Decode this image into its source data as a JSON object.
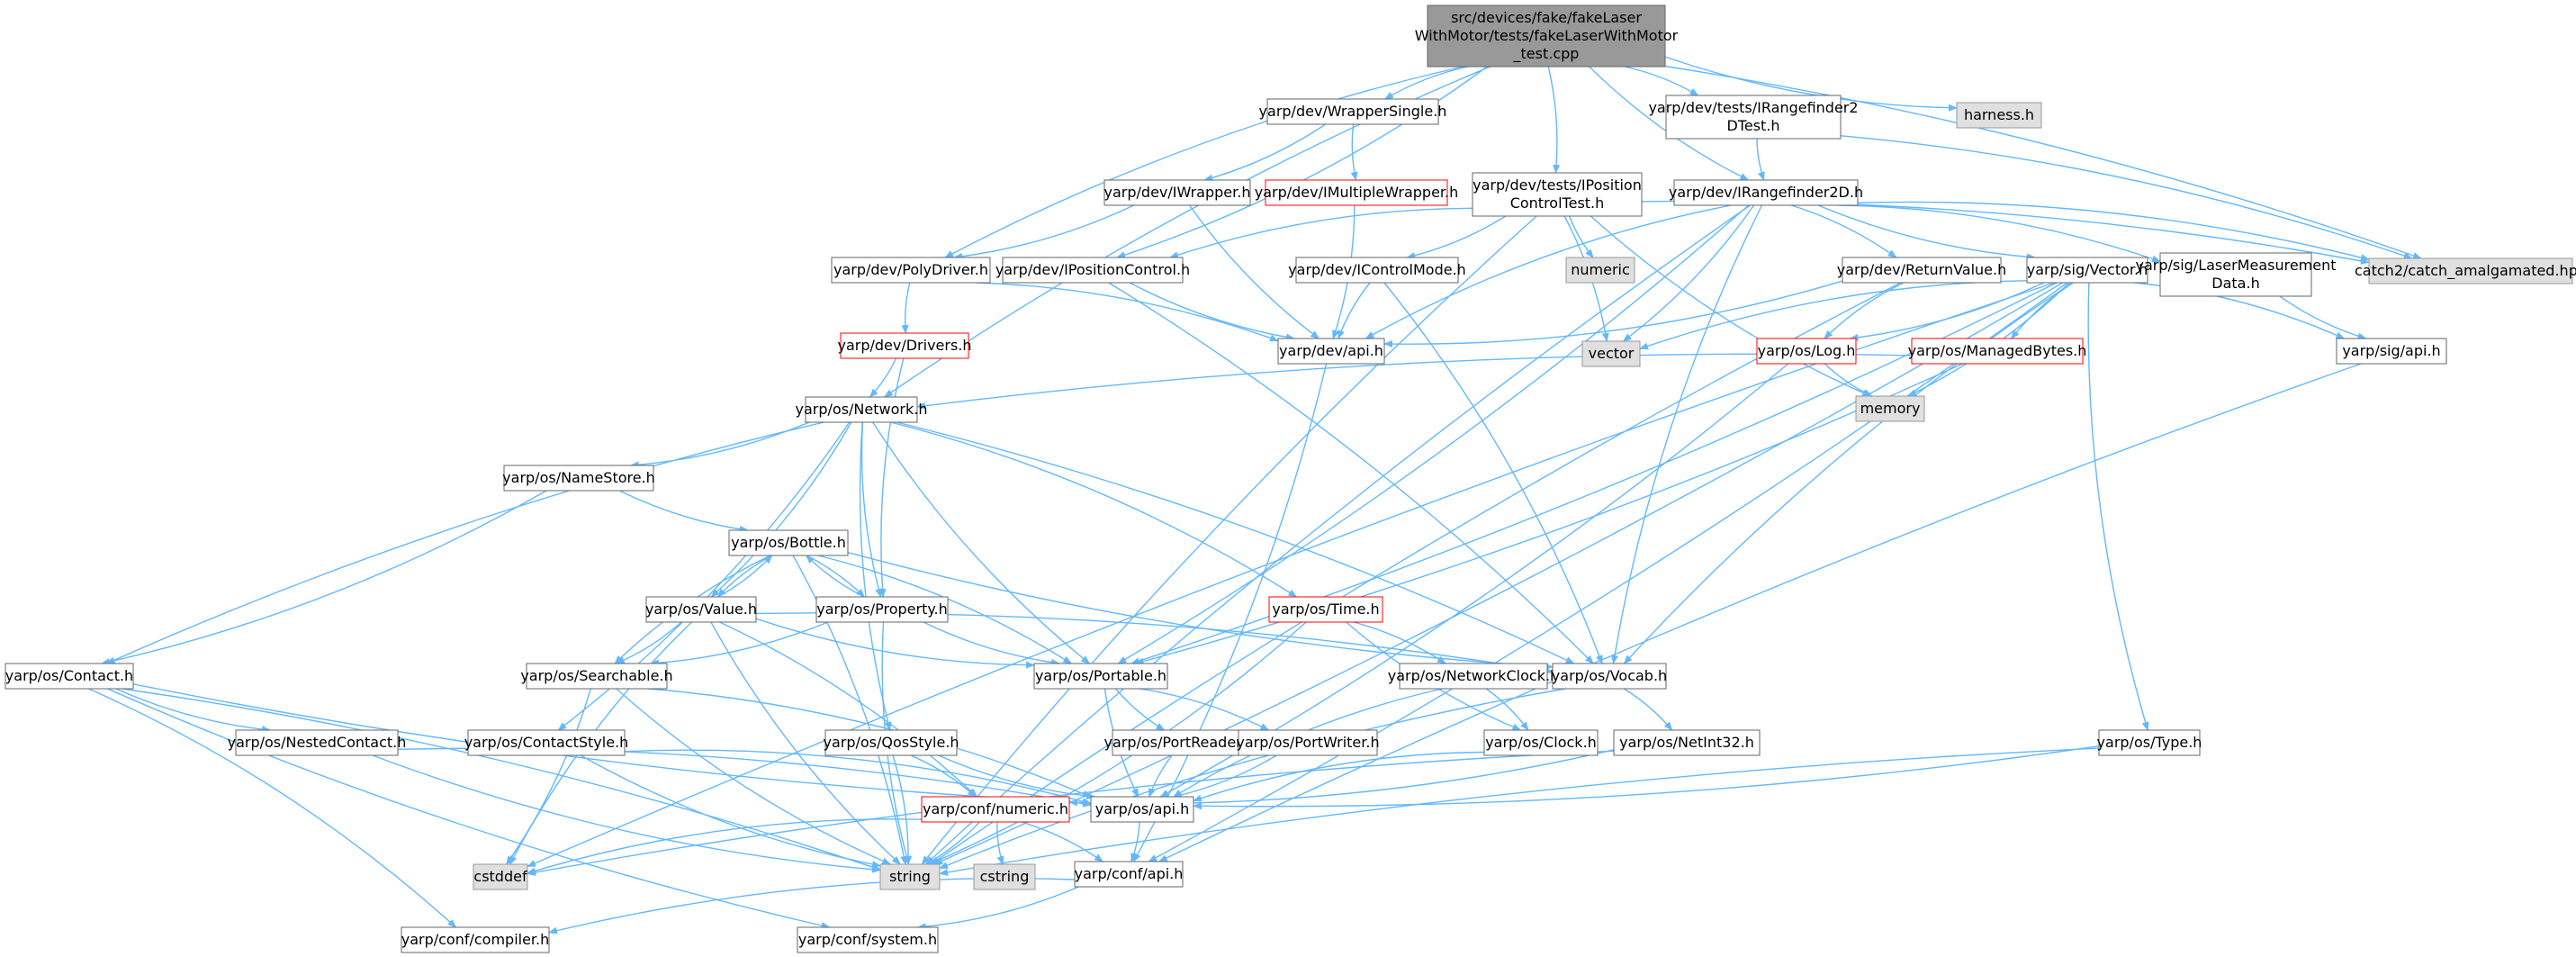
{
  "diagram": {
    "colors": {
      "edge": "#63b8ff",
      "node_fill": "#ffffff",
      "node_border": "#666666",
      "root_fill": "#999999",
      "red_border": "#ff0000",
      "sys_fill": "#e0e0e0",
      "sys_border": "#999999"
    },
    "nodes": [
      {
        "id": "root",
        "kind": "root",
        "lines": [
          "src/devices/fake/fakeLaser",
          "WithMotor/tests/fakeLaserWithMotor",
          "_test.cpp"
        ]
      },
      {
        "id": "wrappersingle",
        "kind": "normal",
        "lines": [
          "yarp/dev/WrapperSingle.h"
        ]
      },
      {
        "id": "irf2dtest",
        "kind": "normal",
        "lines": [
          "yarp/dev/tests/IRangefinder2",
          "DTest.h"
        ]
      },
      {
        "id": "harness",
        "kind": "sys",
        "lines": [
          "harness.h"
        ]
      },
      {
        "id": "iwrapper",
        "kind": "normal",
        "lines": [
          "yarp/dev/IWrapper.h"
        ]
      },
      {
        "id": "imultiwrapper",
        "kind": "red",
        "lines": [
          "yarp/dev/IMultipleWrapper.h"
        ]
      },
      {
        "id": "iposctest",
        "kind": "normal",
        "lines": [
          "yarp/dev/tests/IPosition",
          "ControlTest.h"
        ]
      },
      {
        "id": "irf2d",
        "kind": "normal",
        "lines": [
          "yarp/dev/IRangefinder2D.h"
        ]
      },
      {
        "id": "catch2",
        "kind": "sys",
        "lines": [
          "catch2/catch_amalgamated.hpp"
        ]
      },
      {
        "id": "polydriver",
        "kind": "normal",
        "lines": [
          "yarp/dev/PolyDriver.h"
        ]
      },
      {
        "id": "iposctrl",
        "kind": "normal",
        "lines": [
          "yarp/dev/IPositionControl.h"
        ]
      },
      {
        "id": "icontrolmode",
        "kind": "normal",
        "lines": [
          "yarp/dev/IControlMode.h"
        ]
      },
      {
        "id": "numeric_sys",
        "kind": "sys",
        "lines": [
          "numeric"
        ]
      },
      {
        "id": "returnvalue",
        "kind": "normal",
        "lines": [
          "yarp/dev/ReturnValue.h"
        ]
      },
      {
        "id": "sigvector",
        "kind": "normal",
        "lines": [
          "yarp/sig/Vector.h"
        ]
      },
      {
        "id": "lasermeas",
        "kind": "normal",
        "lines": [
          "yarp/sig/LaserMeasurement",
          "Data.h"
        ]
      },
      {
        "id": "drivers",
        "kind": "red",
        "lines": [
          "yarp/dev/Drivers.h"
        ]
      },
      {
        "id": "devapi",
        "kind": "normal",
        "lines": [
          "yarp/dev/api.h"
        ]
      },
      {
        "id": "vector_sys",
        "kind": "sys",
        "lines": [
          "vector"
        ]
      },
      {
        "id": "oslog",
        "kind": "red",
        "lines": [
          "yarp/os/Log.h"
        ]
      },
      {
        "id": "managedbytes",
        "kind": "red",
        "lines": [
          "yarp/os/ManagedBytes.h"
        ]
      },
      {
        "id": "sigapi",
        "kind": "normal",
        "lines": [
          "yarp/sig/api.h"
        ]
      },
      {
        "id": "memory_sys",
        "kind": "sys",
        "lines": [
          "memory"
        ]
      },
      {
        "id": "network",
        "kind": "normal",
        "lines": [
          "yarp/os/Network.h"
        ]
      },
      {
        "id": "namestore",
        "kind": "normal",
        "lines": [
          "yarp/os/NameStore.h"
        ]
      },
      {
        "id": "bottle",
        "kind": "normal",
        "lines": [
          "yarp/os/Bottle.h"
        ]
      },
      {
        "id": "value",
        "kind": "normal",
        "lines": [
          "yarp/os/Value.h"
        ]
      },
      {
        "id": "property",
        "kind": "normal",
        "lines": [
          "yarp/os/Property.h"
        ]
      },
      {
        "id": "ostime",
        "kind": "red",
        "lines": [
          "yarp/os/Time.h"
        ]
      },
      {
        "id": "contact",
        "kind": "normal",
        "lines": [
          "yarp/os/Contact.h"
        ]
      },
      {
        "id": "searchable",
        "kind": "normal",
        "lines": [
          "yarp/os/Searchable.h"
        ]
      },
      {
        "id": "portable",
        "kind": "normal",
        "lines": [
          "yarp/os/Portable.h"
        ]
      },
      {
        "id": "networkclock",
        "kind": "normal",
        "lines": [
          "yarp/os/NetworkClock.h"
        ]
      },
      {
        "id": "vocab",
        "kind": "normal",
        "lines": [
          "yarp/os/Vocab.h"
        ]
      },
      {
        "id": "nestedcontact",
        "kind": "normal",
        "lines": [
          "yarp/os/NestedContact.h"
        ]
      },
      {
        "id": "contactstyle",
        "kind": "normal",
        "lines": [
          "yarp/os/ContactStyle.h"
        ]
      },
      {
        "id": "qosstyle",
        "kind": "normal",
        "lines": [
          "yarp/os/QosStyle.h"
        ]
      },
      {
        "id": "portreader",
        "kind": "normal",
        "lines": [
          "yarp/os/PortReader.h"
        ]
      },
      {
        "id": "portwriter",
        "kind": "normal",
        "lines": [
          "yarp/os/PortWriter.h"
        ]
      },
      {
        "id": "clock",
        "kind": "normal",
        "lines": [
          "yarp/os/Clock.h"
        ]
      },
      {
        "id": "netint32",
        "kind": "normal",
        "lines": [
          "yarp/os/NetInt32.h"
        ]
      },
      {
        "id": "ostype",
        "kind": "normal",
        "lines": [
          "yarp/os/Type.h"
        ]
      },
      {
        "id": "confnumeric",
        "kind": "red",
        "lines": [
          "yarp/conf/numeric.h"
        ]
      },
      {
        "id": "osapi",
        "kind": "normal",
        "lines": [
          "yarp/os/api.h"
        ]
      },
      {
        "id": "cstddef_sys",
        "kind": "sys",
        "lines": [
          "cstddef"
        ]
      },
      {
        "id": "string_sys",
        "kind": "sys",
        "lines": [
          "string"
        ]
      },
      {
        "id": "cstring_sys",
        "kind": "sys",
        "lines": [
          "cstring"
        ]
      },
      {
        "id": "confapi",
        "kind": "normal",
        "lines": [
          "yarp/conf/api.h"
        ]
      },
      {
        "id": "compiler",
        "kind": "normal",
        "lines": [
          "yarp/conf/compiler.h"
        ]
      },
      {
        "id": "system",
        "kind": "normal",
        "lines": [
          "yarp/conf/system.h"
        ]
      }
    ],
    "edges": [
      [
        "root",
        "wrappersingle"
      ],
      [
        "root",
        "irf2dtest"
      ],
      [
        "root",
        "harness"
      ],
      [
        "root",
        "iposctest"
      ],
      [
        "root",
        "irf2d"
      ],
      [
        "root",
        "catch2"
      ],
      [
        "root",
        "polydriver"
      ],
      [
        "root",
        "iposctrl"
      ],
      [
        "root",
        "network"
      ],
      [
        "wrappersingle",
        "iwrapper"
      ],
      [
        "wrappersingle",
        "imultiwrapper"
      ],
      [
        "iwrapper",
        "polydriver"
      ],
      [
        "iwrapper",
        "devapi"
      ],
      [
        "imultiwrapper",
        "devapi"
      ],
      [
        "irf2dtest",
        "irf2d"
      ],
      [
        "irf2dtest",
        "catch2"
      ],
      [
        "iposctest",
        "iposctrl"
      ],
      [
        "iposctest",
        "icontrolmode"
      ],
      [
        "iposctest",
        "numeric_sys"
      ],
      [
        "iposctest",
        "vector_sys"
      ],
      [
        "iposctest",
        "memory_sys"
      ],
      [
        "iposctest",
        "catch2"
      ],
      [
        "iposctest",
        "string_sys"
      ],
      [
        "irf2d",
        "returnvalue"
      ],
      [
        "irf2d",
        "sigvector"
      ],
      [
        "irf2d",
        "lasermeas"
      ],
      [
        "irf2d",
        "devapi"
      ],
      [
        "irf2d",
        "vector_sys"
      ],
      [
        "irf2d",
        "string_sys"
      ],
      [
        "irf2d",
        "portable"
      ],
      [
        "irf2d",
        "vocab"
      ],
      [
        "irf2d",
        "catch2"
      ],
      [
        "polydriver",
        "drivers"
      ],
      [
        "polydriver",
        "devapi"
      ],
      [
        "iposctrl",
        "devapi"
      ],
      [
        "iposctrl",
        "vocab"
      ],
      [
        "icontrolmode",
        "devapi"
      ],
      [
        "icontrolmode",
        "vocab"
      ],
      [
        "returnvalue",
        "oslog"
      ],
      [
        "returnvalue",
        "devapi"
      ],
      [
        "returnvalue",
        "string_sys"
      ],
      [
        "sigvector",
        "oslog"
      ],
      [
        "sigvector",
        "managedbytes"
      ],
      [
        "sigvector",
        "sigapi"
      ],
      [
        "sigvector",
        "vector_sys"
      ],
      [
        "sigvector",
        "memory_sys"
      ],
      [
        "sigvector",
        "ostype"
      ],
      [
        "sigvector",
        "portable"
      ],
      [
        "sigvector",
        "vocab"
      ],
      [
        "sigvector",
        "string_sys"
      ],
      [
        "sigvector",
        "cstddef_sys"
      ],
      [
        "sigvector",
        "confapi"
      ],
      [
        "lasermeas",
        "sigapi"
      ],
      [
        "drivers",
        "network"
      ],
      [
        "drivers",
        "property"
      ],
      [
        "devapi",
        "confapi"
      ],
      [
        "oslog",
        "memory_sys"
      ],
      [
        "oslog",
        "osapi"
      ],
      [
        "managedbytes",
        "network"
      ],
      [
        "managedbytes",
        "portable"
      ],
      [
        "sigapi",
        "confapi"
      ],
      [
        "network",
        "namestore"
      ],
      [
        "network",
        "contact"
      ],
      [
        "network",
        "value"
      ],
      [
        "network",
        "property"
      ],
      [
        "network",
        "ostime"
      ],
      [
        "network",
        "portable"
      ],
      [
        "network",
        "contactstyle"
      ],
      [
        "network",
        "qosstyle"
      ],
      [
        "network",
        "vocab"
      ],
      [
        "namestore",
        "bottle"
      ],
      [
        "namestore",
        "contact"
      ],
      [
        "bottle",
        "value"
      ],
      [
        "bottle",
        "property"
      ],
      [
        "bottle",
        "searchable"
      ],
      [
        "bottle",
        "portable"
      ],
      [
        "bottle",
        "vocab"
      ],
      [
        "bottle",
        "string_sys"
      ],
      [
        "value",
        "bottle"
      ],
      [
        "value",
        "searchable"
      ],
      [
        "value",
        "portable"
      ],
      [
        "value",
        "vocab"
      ],
      [
        "value",
        "string_sys"
      ],
      [
        "value",
        "confnumeric"
      ],
      [
        "value",
        "cstddef_sys"
      ],
      [
        "property",
        "searchable"
      ],
      [
        "property",
        "portable"
      ],
      [
        "property",
        "bottle"
      ],
      [
        "property",
        "string_sys"
      ],
      [
        "ostime",
        "networkclock"
      ],
      [
        "ostime",
        "clock"
      ],
      [
        "ostime",
        "string_sys"
      ],
      [
        "contact",
        "nestedcontact"
      ],
      [
        "contact",
        "string_sys"
      ],
      [
        "contact",
        "osapi"
      ],
      [
        "contact",
        "compiler"
      ],
      [
        "contact",
        "system"
      ],
      [
        "searchable",
        "osapi"
      ],
      [
        "searchable",
        "string_sys"
      ],
      [
        "searchable",
        "cstddef_sys"
      ],
      [
        "portable",
        "portreader"
      ],
      [
        "portable",
        "portwriter"
      ],
      [
        "portable",
        "osapi"
      ],
      [
        "networkclock",
        "clock"
      ],
      [
        "networkclock",
        "osapi"
      ],
      [
        "vocab",
        "netint32"
      ],
      [
        "vocab",
        "string_sys"
      ],
      [
        "nestedcontact",
        "osapi"
      ],
      [
        "nestedcontact",
        "string_sys"
      ],
      [
        "contactstyle",
        "osapi"
      ],
      [
        "contactstyle",
        "string_sys"
      ],
      [
        "qosstyle",
        "confnumeric"
      ],
      [
        "qosstyle",
        "osapi"
      ],
      [
        "qosstyle",
        "string_sys"
      ],
      [
        "portreader",
        "osapi"
      ],
      [
        "portwriter",
        "osapi"
      ],
      [
        "clock",
        "osapi"
      ],
      [
        "netint32",
        "confnumeric"
      ],
      [
        "netint32",
        "cstddef_sys"
      ],
      [
        "ostype",
        "osapi"
      ],
      [
        "ostype",
        "string_sys"
      ],
      [
        "confnumeric",
        "string_sys"
      ],
      [
        "confnumeric",
        "cstring_sys"
      ],
      [
        "confnumeric",
        "confapi"
      ],
      [
        "confnumeric",
        "cstddef_sys"
      ],
      [
        "osapi",
        "confapi"
      ],
      [
        "confapi",
        "compiler"
      ],
      [
        "confapi",
        "system"
      ]
    ]
  }
}
